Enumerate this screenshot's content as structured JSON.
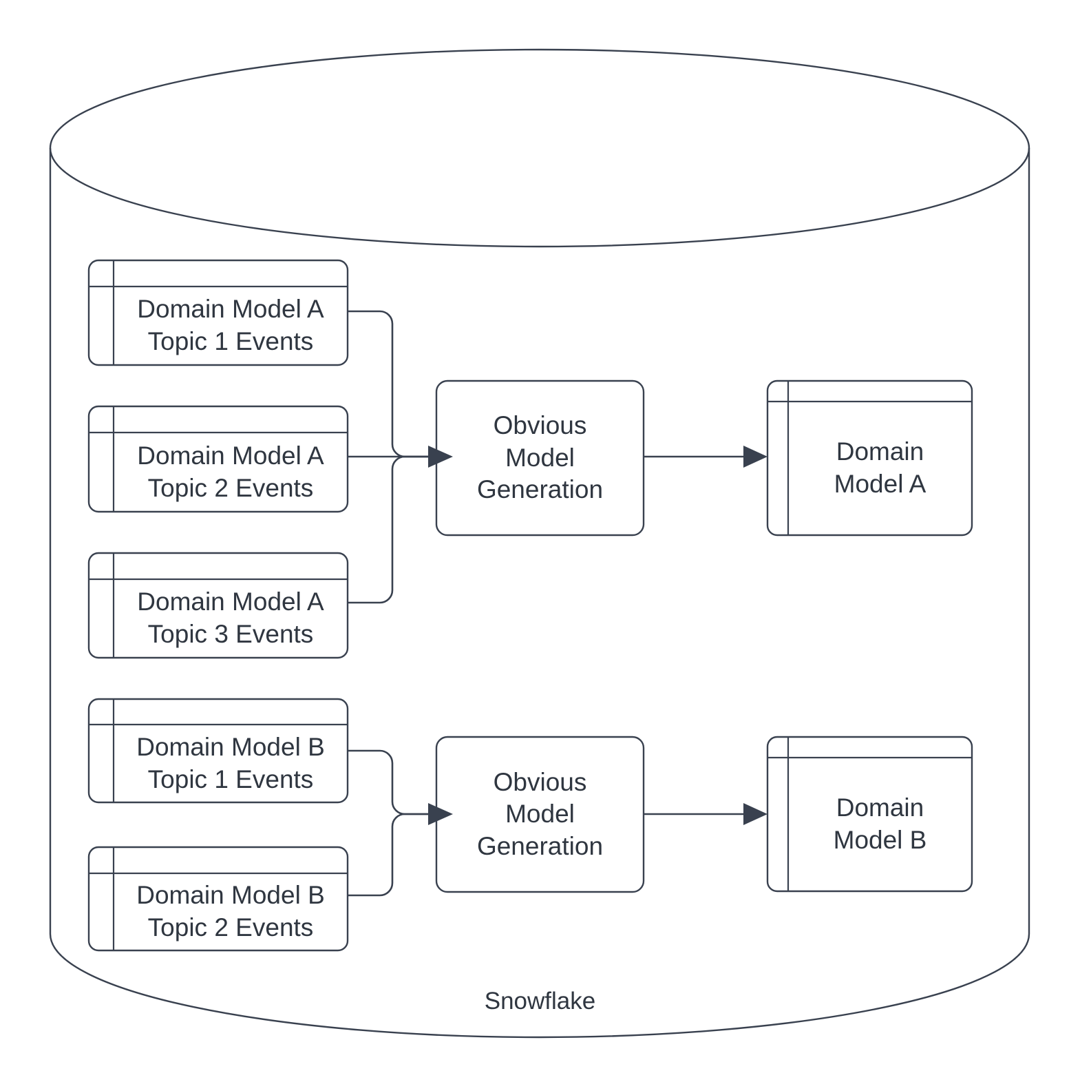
{
  "diagram": {
    "container": {
      "label": "Snowflake",
      "shape": "cylinder"
    },
    "stroke_color": "#39414f",
    "text_color": "#2f3640",
    "background_color": "#ffffff",
    "source_tables": [
      {
        "id": "a1",
        "label": "Domain Model A\nTopic 1 Events"
      },
      {
        "id": "a2",
        "label": "Domain Model A\nTopic 2 Events"
      },
      {
        "id": "a3",
        "label": "Domain Model A\nTopic 3 Events"
      },
      {
        "id": "b1",
        "label": "Domain Model B\nTopic 1 Events"
      },
      {
        "id": "b2",
        "label": "Domain Model B\nTopic 2 Events"
      }
    ],
    "processes": [
      {
        "id": "p1",
        "label": "Obvious\nModel\nGeneration"
      },
      {
        "id": "p2",
        "label": "Obvious\nModel\nGeneration"
      }
    ],
    "outputs": [
      {
        "id": "o1",
        "label": "Domain\nModel A"
      },
      {
        "id": "o2",
        "label": "Domain\nModel B"
      }
    ],
    "edges": [
      {
        "from": "a1",
        "to": "p1"
      },
      {
        "from": "a2",
        "to": "p1"
      },
      {
        "from": "a3",
        "to": "p1"
      },
      {
        "from": "p1",
        "to": "o1"
      },
      {
        "from": "b1",
        "to": "p2"
      },
      {
        "from": "b2",
        "to": "p2"
      },
      {
        "from": "p2",
        "to": "o2"
      }
    ]
  }
}
